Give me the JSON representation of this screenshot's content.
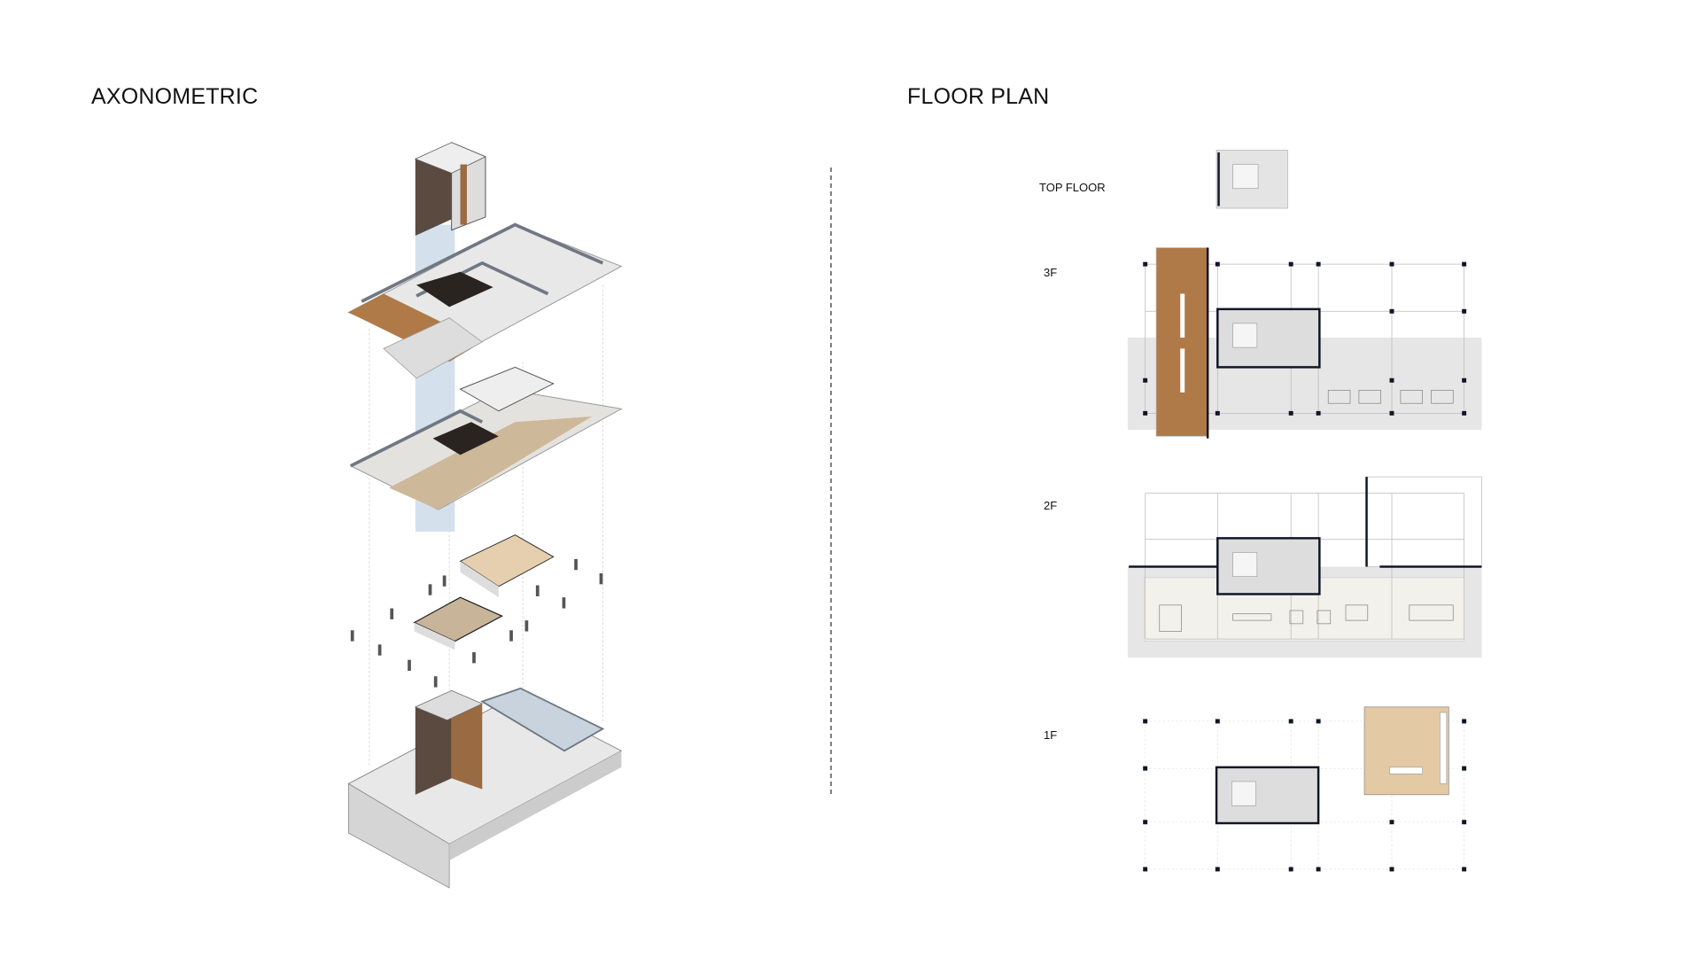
{
  "sections": {
    "axonometric_title": "AXONOMETRIC",
    "floor_plan_title": "FLOOR PLAN"
  },
  "floor_labels": {
    "top": "TOP FLOOR",
    "f3": "3F",
    "f2": "2F",
    "f1": "1F"
  },
  "colors": {
    "wood": "#b07a48",
    "slab": "#e6e6e6",
    "wall": "#101626",
    "shaft": "#c9d9e8",
    "beam": "#6f7883"
  }
}
